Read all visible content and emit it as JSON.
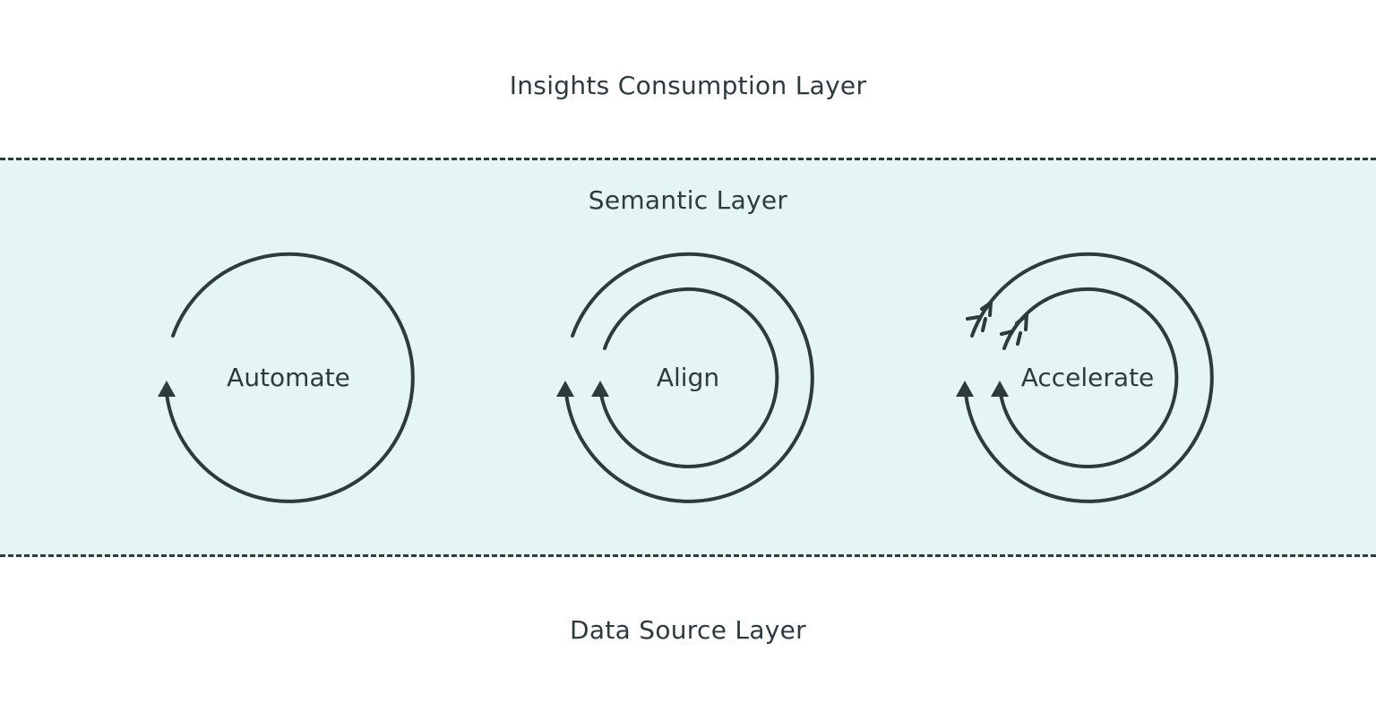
{
  "layers": {
    "top": "Insights Consumption Layer",
    "middle": "Semantic Layer",
    "bottom": "Data Source Layer"
  },
  "cycles": [
    {
      "label": "Automate",
      "icon": "single-cycle-arrow-icon"
    },
    {
      "label": "Align",
      "icon": "double-cycle-arrow-icon"
    },
    {
      "label": "Accelerate",
      "icon": "double-cycle-fletched-arrow-icon"
    }
  ],
  "colors": {
    "band": "#e5f5f5",
    "stroke": "#2f3a3d"
  }
}
